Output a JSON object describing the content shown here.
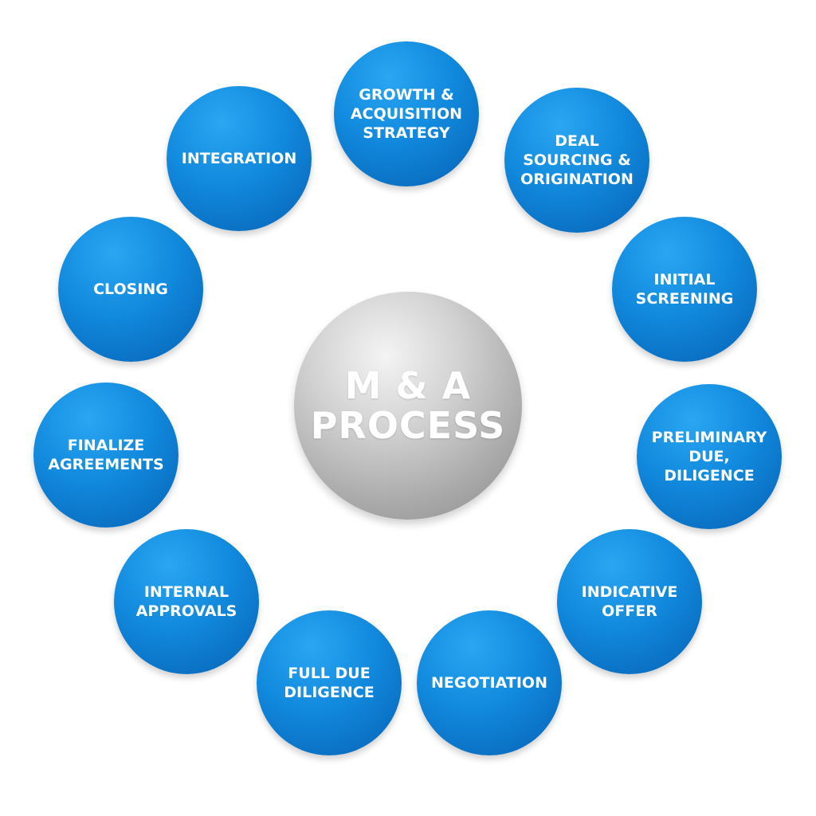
{
  "center": {
    "lines": [
      "M & A",
      "PROCESS"
    ]
  },
  "steps": [
    {
      "lines": [
        "GROWTH &",
        "ACQUISITION",
        "STRATEGY"
      ]
    },
    {
      "lines": [
        "DEAL",
        "SOURCING &",
        "ORIGINATION"
      ]
    },
    {
      "lines": [
        "INITIAL",
        "SCREENING"
      ]
    },
    {
      "lines": [
        "PRELIMINARY",
        "DUE,",
        "DILIGENCE"
      ]
    },
    {
      "lines": [
        "INDICATIVE",
        "OFFER"
      ]
    },
    {
      "lines": [
        "NEGOTIATION"
      ]
    },
    {
      "lines": [
        "FULL DUE",
        "DILIGENCE"
      ]
    },
    {
      "lines": [
        "INTERNAL",
        "APPROVALS"
      ]
    },
    {
      "lines": [
        "FINALIZE",
        "AGREEMENTS"
      ]
    },
    {
      "lines": [
        "CLOSING"
      ]
    },
    {
      "lines": [
        "INTEGRATION"
      ]
    }
  ],
  "colors": {
    "step_fill": "#1189dd",
    "center_fill": "#bdbdbd",
    "text": "#ffffff"
  }
}
